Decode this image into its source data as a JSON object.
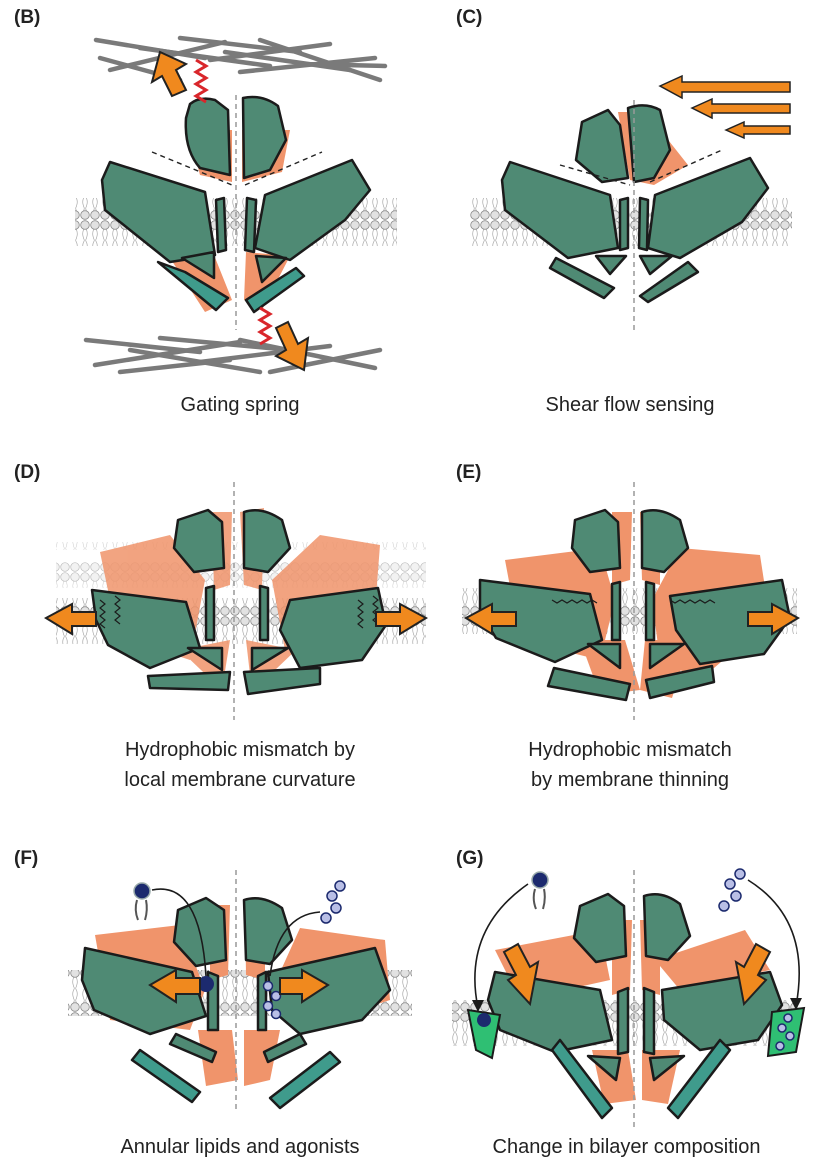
{
  "panels": [
    {
      "id": "B",
      "label": "(B)",
      "caption": [
        "Gating spring"
      ]
    },
    {
      "id": "C",
      "label": "(C)",
      "caption": [
        "Shear flow sensing"
      ]
    },
    {
      "id": "D",
      "label": "(D)",
      "caption": [
        "Hydrophobic mismatch by",
        "local membrane curvature"
      ]
    },
    {
      "id": "E",
      "label": "(E)",
      "caption": [
        "Hydrophobic mismatch",
        "by membrane thinning"
      ]
    },
    {
      "id": "F",
      "label": "(F)",
      "caption": [
        "Annular lipids and agonists"
      ]
    },
    {
      "id": "G",
      "label": "(G)",
      "caption": [
        "Change in bilayer composition"
      ]
    }
  ],
  "colors": {
    "protein": "#4f8a74",
    "protein_teal": "#3f9b8c",
    "protein_outline": "#1b1b1b",
    "orange_region": "#f0946b",
    "arrow": "#f0891e",
    "spring": "#d9262b",
    "lipid_head": "#dcdcdc",
    "filament": "#7a7a7a",
    "lipid_navy": "#1c2a6e",
    "lipid_light": "#b9bfe6"
  }
}
